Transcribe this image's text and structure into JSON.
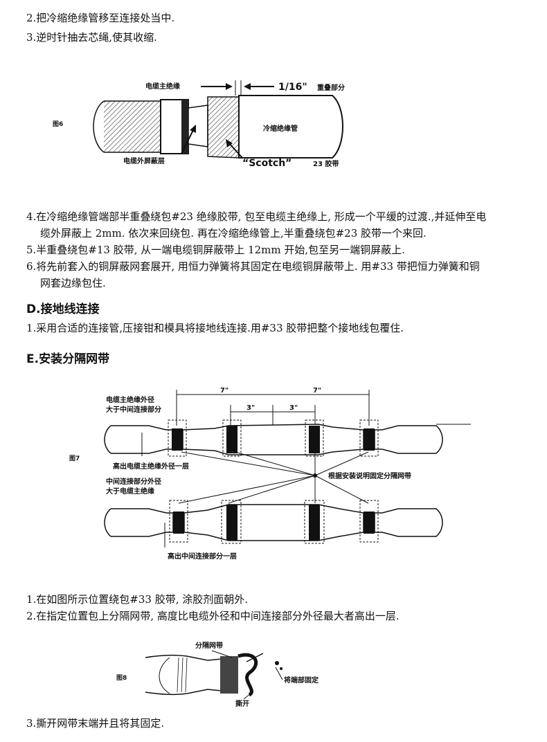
{
  "intro": {
    "step2": "2.把冷缩绝缘管移至连接处当中.",
    "step3": "3.逆时针抽去芯绳,使其收缩."
  },
  "fig6": {
    "fig_label": "图6",
    "label_main_insulation": "电缆主绝缘",
    "label_overlap_size": "1/16\"",
    "label_overlap": "重叠部分",
    "label_tube": "冷缩绝缘管",
    "label_outer_shield": "电缆外屏蔽层",
    "label_scotch": "“Scotch”",
    "label_tape": "23 胶带"
  },
  "section_c_steps": {
    "step4_line1": "4.在冷缩绝缘管端部半重叠绕包#23 绝缘胶带, 包至电缆主绝缘上, 形成一个平缓的过渡.,并延伸至电",
    "step4_line2": "缆外屏蔽上 2mm. 依次来回绕包. 再在冷缩绝缘管上,半重叠绕包#23 胶带一个来回.",
    "step5": "5.半重叠绕包#13 胶带, 从一端电缆铜屏蔽带上 12mm 开始,包至另一端铜屏蔽上.",
    "step6_line1": "6.将先前套入的铜屏蔽网套展开, 用恒力弹簧将其固定在电缆铜屏蔽带上. 用#33 带把恒力弹簧和铜",
    "step6_line2": "网套边缘包住."
  },
  "section_d": {
    "title": "D.接地线连接",
    "step1": "1.采用合适的连接管,压接钳和模具将接地线连接.用#33 胶带把整个接地线包覆住."
  },
  "section_e": {
    "title": "E.安装分隔网带"
  },
  "fig7": {
    "fig_label": "图7",
    "dim_7_left": "7\"",
    "dim_7_right": "7\"",
    "dim_3_left": "3\"",
    "dim_3_right": "3\"",
    "label_case1_line1": "电缆主绝缘外径",
    "label_case1_line2": "大于中间连接部分",
    "label_raise1": "高出电缆主绝缘外径一层",
    "label_center": "根据安装说明固定分隔网带",
    "label_case2_line1": "中间连接部分外径",
    "label_case2_line2": "大于电缆主绝缘",
    "label_raise2": "高出中间连接部分一层"
  },
  "section_e_steps": {
    "step1": "1.在如图所示位置绕包#33 胶带, 涂胶剂面朝外.",
    "step2": "2.在指定位置包上分隔网带, 高度比电缆外径和中间连接部分外径最大者高出一层."
  },
  "fig8": {
    "fig_label": "图8",
    "label_mesh": "分隔网带",
    "label_fix": "将端部固定",
    "label_tear": "撕开"
  },
  "final": {
    "step3": "3.撕开网带末端并且将其固定."
  }
}
